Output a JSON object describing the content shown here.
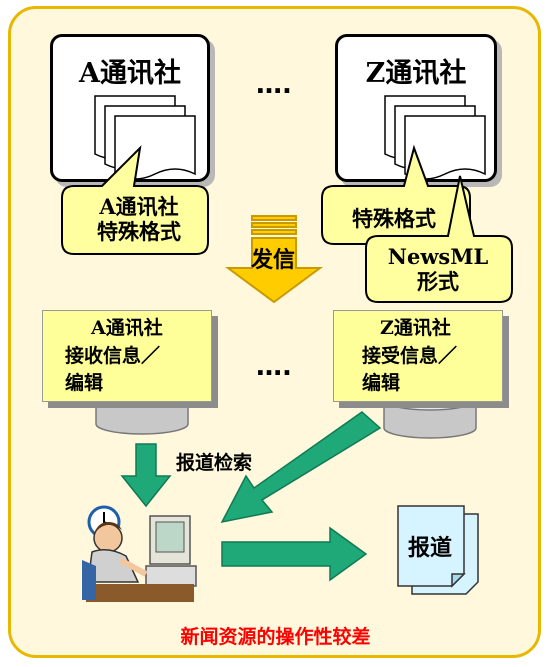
{
  "agency_a": {
    "name": "A通讯社",
    "format_callout": [
      "A通讯社",
      "特殊格式"
    ]
  },
  "agency_z": {
    "name": "Z通讯社",
    "format_callout": "特殊格式",
    "newsml_callout": [
      "NewsML",
      "形式"
    ]
  },
  "ellipsis": "….",
  "send_label": "发信",
  "receive_a": [
    "A通讯社",
    "接收信息／",
    "编辑"
  ],
  "receive_z": [
    "Z通讯社",
    "接受信息／",
    "编辑"
  ],
  "search_label": "报道检索",
  "report_label": "报道",
  "caption": "新闻资源的操作性较差"
}
